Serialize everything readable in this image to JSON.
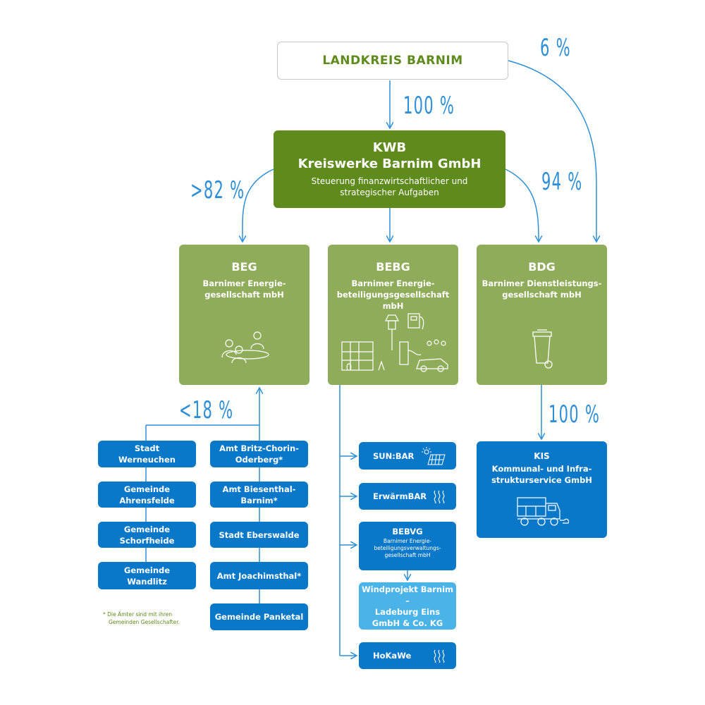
{
  "top": {
    "label": "LANDKREIS BARNIM"
  },
  "kwb": {
    "line1": "KWB",
    "line2": "Kreiswerke Barnim GmbH",
    "line3": "Steuerung finanzwirtschaftlicher und",
    "line4": "strategischer Aufgaben"
  },
  "percentages": {
    "top_to_kwb": "100 %",
    "top_to_bdg": "6 %",
    "kwb_to_beg": ">82 %",
    "kwb_to_bdg": "94 %",
    "gemeinden_to_beg": "<18 %",
    "bdg_to_kis": "100 %"
  },
  "beg": {
    "abbr": "BEG",
    "name1": "Barnimer Energie-",
    "name2": "gesellschaft mbH",
    "icon": "meeting-people-icon"
  },
  "bebg": {
    "abbr": "BEBG",
    "name1": "Barnimer Energie-",
    "name2": "beteiligungsgesellschaft mbH",
    "icon": "energy-infrastructure-icon"
  },
  "bdg": {
    "abbr": "BDG",
    "name1": "Barnimer Dienstleistungs-",
    "name2": "gesellschaft mbH",
    "icon": "waste-bin-icon"
  },
  "gemeinden_left": [
    {
      "l1": "Stadt",
      "l2": "Werneuchen"
    },
    {
      "l1": "Gemeinde",
      "l2": "Ahrensfelde"
    },
    {
      "l1": "Gemeinde",
      "l2": "Schorfheide"
    },
    {
      "l1": "Gemeinde",
      "l2": "Wandlitz"
    }
  ],
  "gemeinden_right": [
    {
      "l1": "Amt Britz-Chorin-",
      "l2": "Oderberg*"
    },
    {
      "l1": "Amt Biesenthal-",
      "l2": "Barnim*"
    },
    {
      "l1": "Stadt Eberswalde",
      "l2": ""
    },
    {
      "l1": "Amt Joachimsthal*",
      "l2": ""
    },
    {
      "l1": "Gemeinde Panketal",
      "l2": ""
    }
  ],
  "note": {
    "l1": "* Die Ämter sind mit ihren",
    "l2": "Gemeinden Gesellschafter."
  },
  "subsidiaries": {
    "sunbar": "SUN:BAR",
    "erwaermbar": "ErwärmBAR",
    "bebvg_abbr": "BEBVG",
    "bebvg_l1": "Barnimer Energie-",
    "bebvg_l2": "beteiligungsverwaltungs-",
    "bebvg_l3": "gesellschaft mbH",
    "wind_l1": "Windprojekt Barnim –",
    "wind_l2": "Ladeburg Eins",
    "wind_l3": "GmbH & Co. KG",
    "hokawe": "HoKaWe"
  },
  "kis": {
    "abbr": "KIS",
    "l1": "Kommunal- und Infra-",
    "l2": "strukturservice GmbH",
    "icon": "street-sweeper-icon"
  },
  "colors": {
    "dark_green": "#5f8a1c",
    "light_green": "#8fac5a",
    "blue": "#0a78c8",
    "light_blue": "#4ab3e8",
    "arrow_blue": "#2e8fd6"
  }
}
